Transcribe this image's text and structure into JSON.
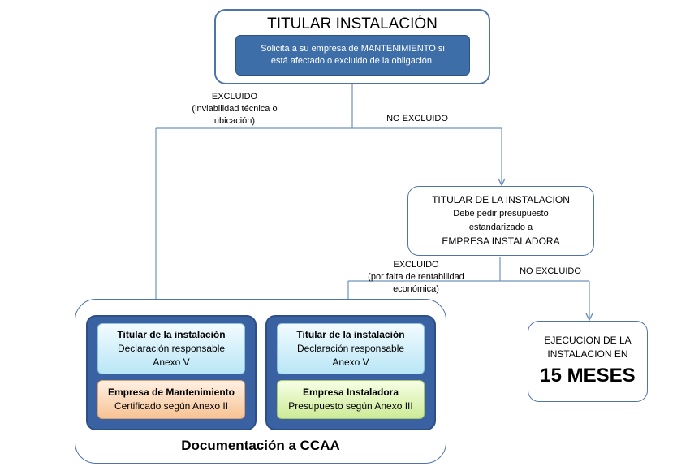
{
  "top": {
    "title": "TITULAR INSTALACIÓN",
    "inner_line1": "Solicita a su empresa de MANTENIMIENTO si",
    "inner_line2": "está afectado o excluido de la obligación."
  },
  "branch1": {
    "excluded_line1": "EXCLUIDO",
    "excluded_line2": "(inviabilidad técnica o",
    "excluded_line3": "ubicación)",
    "not_excluded": "NO EXCLUIDO"
  },
  "middle": {
    "line1": "TITULAR DE LA INSTALACION",
    "line2": "Debe pedir presupuesto",
    "line3": "estandarizado a",
    "line4": "EMPRESA INSTALADORA"
  },
  "branch2": {
    "excluded_line1": "EXCLUIDO",
    "excluded_line2": "(por falta de rentabilidad",
    "excluded_line3": "económica)",
    "not_excluded": "NO EXCLUIDO"
  },
  "docs": {
    "caption": "Documentación a CCAA",
    "left": {
      "top_title": "Titular de la instalación",
      "top_line1": "Declaración responsable",
      "top_line2": "Anexo V",
      "bottom_title": "Empresa de Mantenimiento",
      "bottom_line1": "Certificado según Anexo II"
    },
    "right": {
      "top_title": "Titular de la instalación",
      "top_line1": "Declaración responsable",
      "top_line2": "Anexo V",
      "bottom_title": "Empresa Instaladora",
      "bottom_line1": "Presupuesto según Anexo III"
    }
  },
  "result": {
    "line1": "EJECUCION DE LA",
    "line2": "INSTALACION EN",
    "big": "15 MESES"
  },
  "colors": {
    "line": "#6f93be",
    "outline": "#4f74a8",
    "group": "#3a62a2"
  }
}
